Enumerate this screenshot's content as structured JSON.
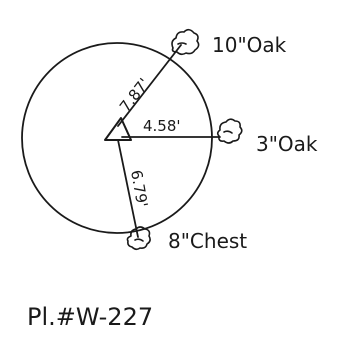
{
  "plot_label": "Pl.#W-227",
  "trees": [
    {
      "species_label": "10\"Oak",
      "distance_label": "7.87'",
      "icon": "tree-crown-icon"
    },
    {
      "species_label": "3\"Oak",
      "distance_label": "4.58'",
      "icon": "tree-crown-icon"
    },
    {
      "species_label": "8\"Chest",
      "distance_label": "6.79'",
      "icon": "tree-crown-icon"
    }
  ],
  "plot_center_icon": "triangle-marker-icon",
  "colors": {
    "ink": "#1a1a1a",
    "paper": "#ffffff"
  }
}
